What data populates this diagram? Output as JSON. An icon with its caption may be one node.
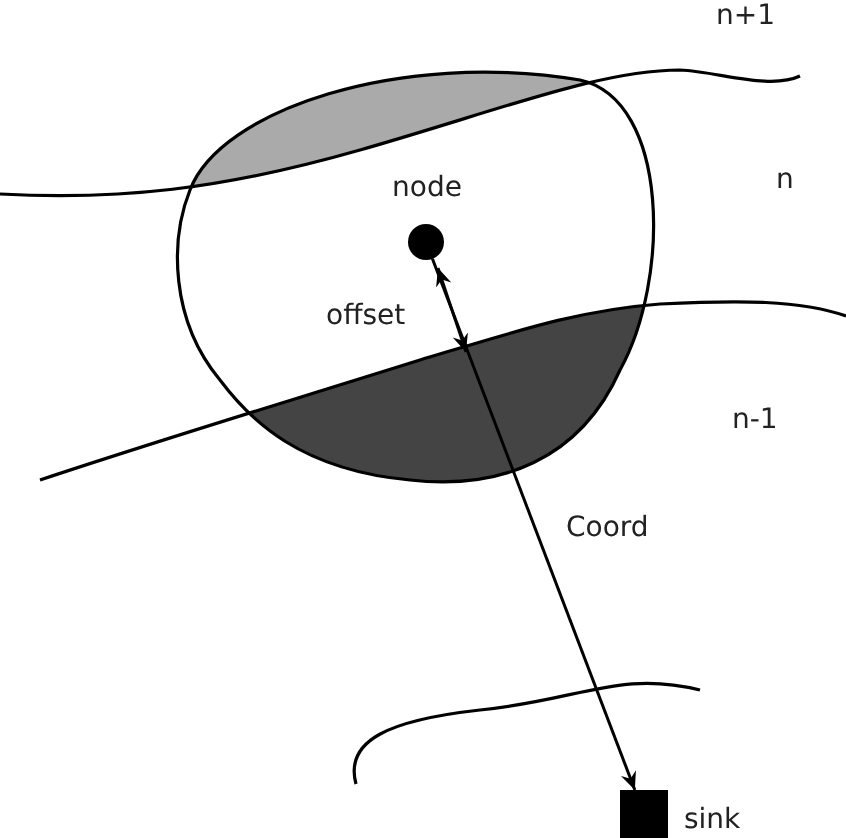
{
  "diagram": {
    "nodes": [
      {
        "text": [],
        "shape": "circle",
        "beside": [
          "node"
        ]
      },
      {
        "text": [],
        "shape": "box",
        "beside": [
          "sink"
        ]
      }
    ],
    "edges": [
      {
        "from": 0,
        "to": 1,
        "arrow": "to",
        "label": "Coord"
      }
    ],
    "labels": [
      "n+1",
      "n",
      "offset",
      "n-1"
    ]
  }
}
